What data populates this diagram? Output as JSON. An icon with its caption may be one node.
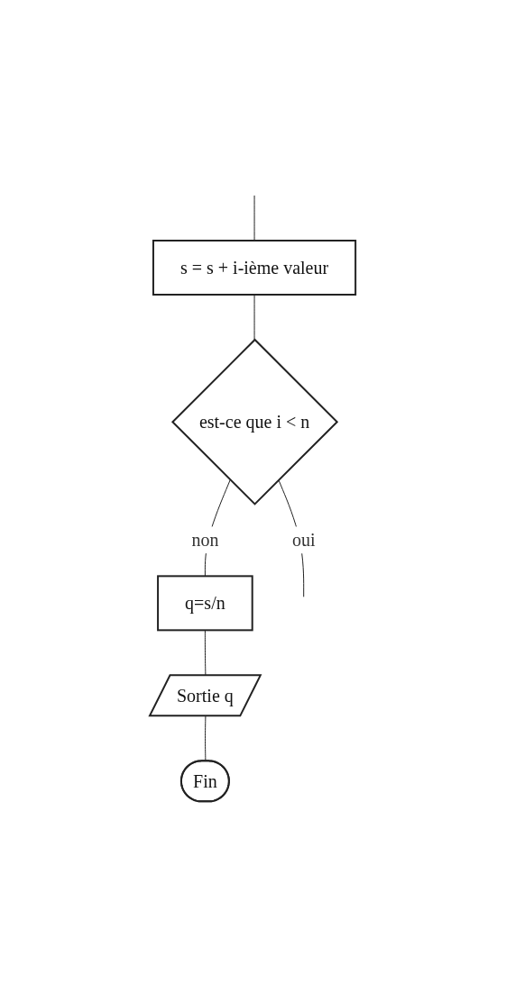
{
  "diagram": {
    "nodes": [
      {
        "text": [
          "s = s + i-ième valeur"
        ]
      },
      {
        "text": [
          "est-ce que i < n"
        ]
      },
      {
        "text": [
          "q=s/n"
        ]
      },
      {
        "text": [
          "Sortie q"
        ]
      },
      {
        "text": [
          "Fin"
        ]
      }
    ],
    "edges": [
      {
        "from": null,
        "to": 0,
        "arrow": "none"
      },
      {
        "from": 0,
        "to": 1,
        "arrow": "none"
      },
      {
        "from": 1,
        "to": null,
        "label": "oui",
        "arrow": "none"
      },
      {
        "from": 1,
        "to": 2,
        "label": "non",
        "arrow": "none"
      },
      {
        "from": 2,
        "to": 3,
        "arrow": "none"
      },
      {
        "from": 3,
        "to": 4,
        "arrow": "none"
      }
    ]
  }
}
